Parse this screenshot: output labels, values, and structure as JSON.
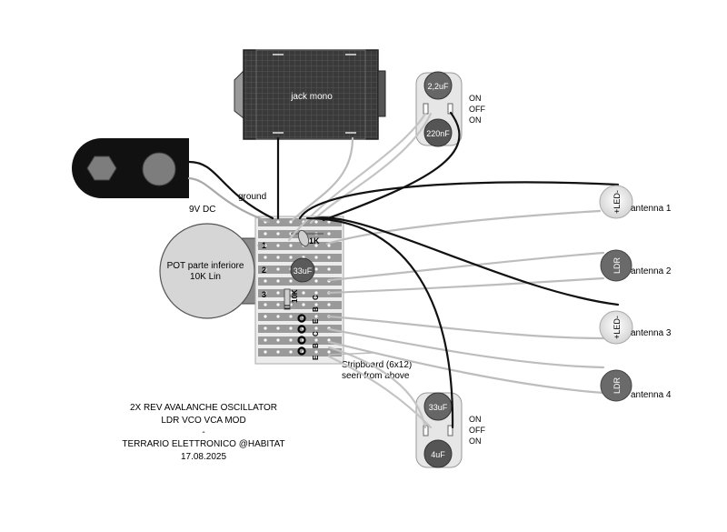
{
  "jack": {
    "label": "jack mono"
  },
  "power": {
    "label": "9V DC"
  },
  "ground": {
    "label": "ground"
  },
  "pot": {
    "line1": "POT parte inferiore",
    "line2": "10K Lin",
    "pins": [
      "1",
      "2",
      "3"
    ]
  },
  "board": {
    "caption1": "Stripboard (6x12)",
    "caption2": "seen from above",
    "r1k": "1K",
    "r10k": "10K",
    "c33": "33uF",
    "transistor_pins": [
      "E",
      "B",
      "C"
    ]
  },
  "switch_top": {
    "cap1": "2,2uF",
    "cap2": "220nF",
    "positions": [
      "ON",
      "OFF",
      "ON"
    ]
  },
  "switch_bottom": {
    "cap1": "33uF",
    "cap2": "4uF",
    "positions": [
      "ON",
      "OFF",
      "ON"
    ]
  },
  "antennas": [
    {
      "part": "+LED-",
      "label": "antenna 1"
    },
    {
      "part": "LDR",
      "label": "antenna 2"
    },
    {
      "part": "+LED-",
      "label": "antenna 3"
    },
    {
      "part": "LDR",
      "label": "antenna 4"
    }
  ],
  "title": {
    "line1": "2X REV AVALANCHE OSCILLATOR",
    "line2": "LDR VCO VCA MOD",
    "line3": "-",
    "line4": "TERRARIO ELETTRONICO @HABITAT",
    "line5": "17.08.2025"
  }
}
